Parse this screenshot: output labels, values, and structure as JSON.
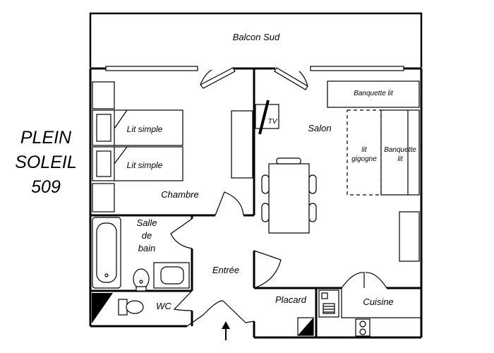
{
  "title": {
    "line1": "PLEIN",
    "line2": "SOLEIL",
    "line3": "509"
  },
  "rooms": {
    "balcony": "Balcon Sud",
    "bedroom": "Chambre",
    "living": "Salon",
    "bathroom_line1": "Salle",
    "bathroom_line2": "de",
    "bathroom_line3": "bain",
    "wc": "WC",
    "entry": "Entrée",
    "closet": "Placard",
    "kitchen": "Cuisine"
  },
  "furniture": {
    "bed1": "Lit simple",
    "bed2": "Lit simple",
    "sofa_bed_top": "Banquette lit",
    "trundle_line1": "lit",
    "trundle_line2": "gigogne",
    "sofa_bed_right_line1": "Banquette",
    "sofa_bed_right_line2": "lit",
    "tv": "TV"
  }
}
